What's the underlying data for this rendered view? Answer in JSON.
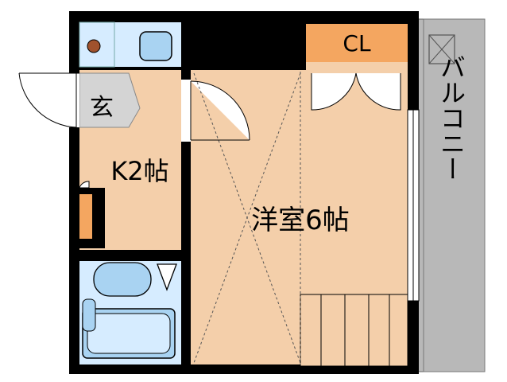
{
  "rooms": {
    "entrance": "玄",
    "kitchen": "K2帖",
    "western_room": "洋室6帖",
    "closet": "CL",
    "balcony": "バルコニー"
  },
  "colors": {
    "wall": "#000000",
    "floor": "#f4cfaa",
    "wet_area": "#d6ecff",
    "fixture": "#a9d3f2",
    "closet": "#f4a660",
    "balcony": "#b8b8b8",
    "entrance": "#d4d4d4",
    "storage": "#f4a660",
    "device": "#a0522d"
  }
}
